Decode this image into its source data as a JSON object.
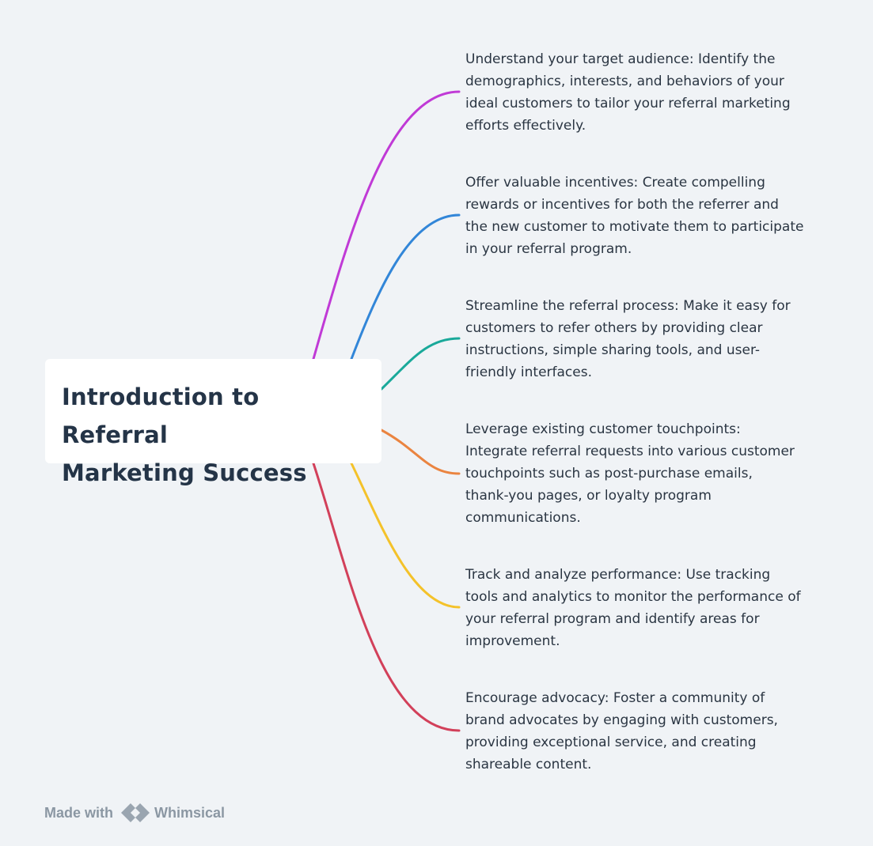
{
  "root": {
    "title_line1": "Introduction to Referral",
    "title_line2": "Marketing Success"
  },
  "branches": [
    {
      "color": "#c03ad6",
      "lines": [
        "Understand your target audience: Identify the",
        "demographics, interests, and behaviors of your",
        "ideal customers to tailor your referral marketing",
        "efforts effectively."
      ]
    },
    {
      "color": "#3286d8",
      "lines": [
        "Offer valuable incentives: Create compelling",
        "rewards or incentives for both the referrer and",
        "the new customer to motivate them to participate",
        "in your referral program."
      ]
    },
    {
      "color": "#1aa99a",
      "lines": [
        "Streamline the referral process: Make it easy for",
        "customers to refer others by providing clear",
        "instructions, simple sharing tools, and user-",
        "friendly interfaces."
      ]
    },
    {
      "color": "#ea8440",
      "lines": [
        "Leverage existing customer touchpoints:",
        "Integrate referral requests into various customer",
        "touchpoints such as post-purchase emails,",
        "thank-you pages, or loyalty program",
        "communications."
      ]
    },
    {
      "color": "#f4c22a",
      "lines": [
        "Track and analyze performance: Use tracking",
        "tools and analytics to monitor the performance of",
        "your referral program and identify areas for",
        "improvement."
      ]
    },
    {
      "color": "#d2405a",
      "lines": [
        "Encourage advocacy: Foster a community of",
        "brand advocates by engaging with customers,",
        "providing exceptional service, and creating",
        "shareable content."
      ]
    }
  ],
  "footer": {
    "made_with": "Made with",
    "brand": "Whimsical",
    "logo_icon": "whimsical-logo-icon"
  }
}
